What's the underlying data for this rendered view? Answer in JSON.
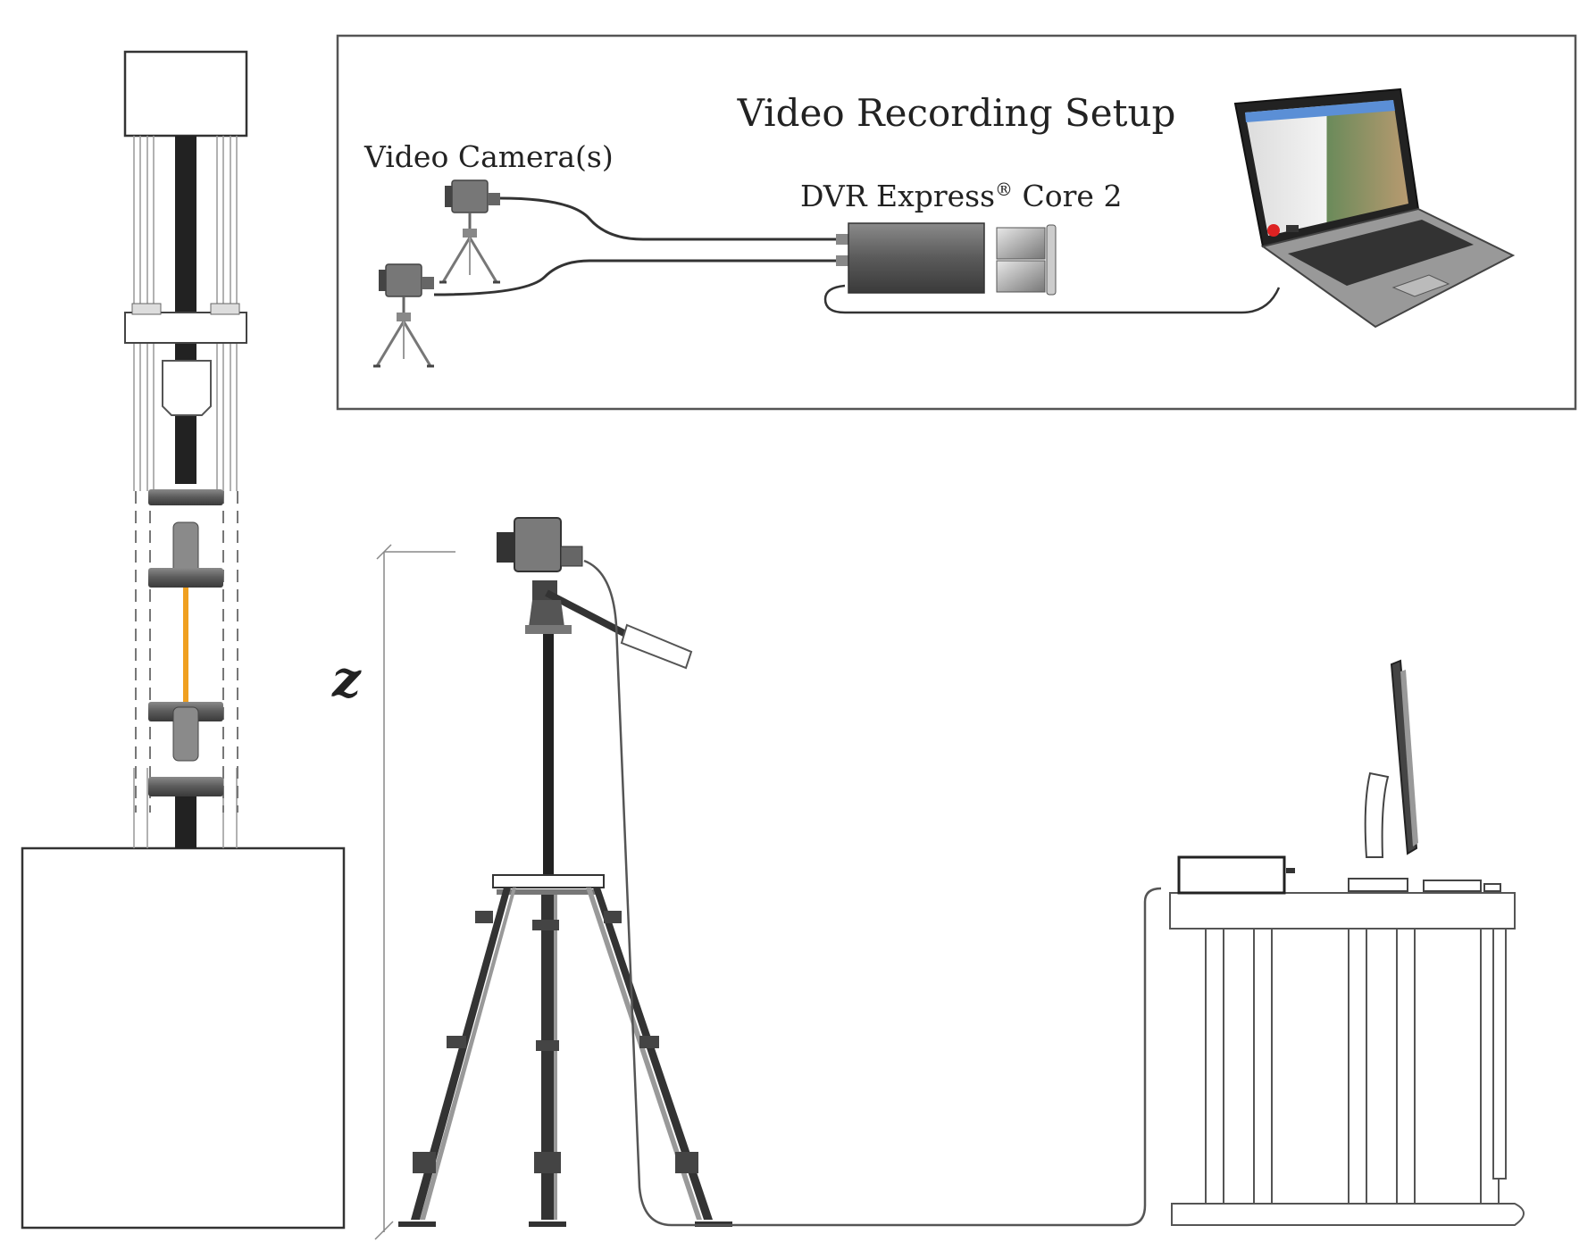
{
  "inset": {
    "title": "Video Recording Setup",
    "camera_label": "Video Camera(s)",
    "dvr_label_main": "DVR Express",
    "dvr_label_mark": "®",
    "dvr_label_tail": " Core 2"
  },
  "axis": {
    "label": "z"
  },
  "icons": [
    "video-camera-icon",
    "tripod-icon",
    "dvr-recorder-icon",
    "laptop-icon",
    "desktop-monitor-icon",
    "test-frame-icon"
  ],
  "colors": {
    "line": "#333333",
    "specimen": "#f0a020",
    "dark_metal": "#555555",
    "laptop_screen_blue": "#5b8fd6"
  }
}
